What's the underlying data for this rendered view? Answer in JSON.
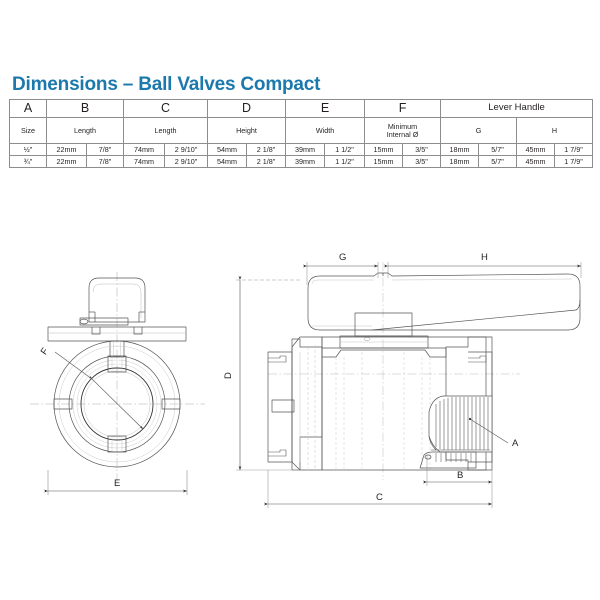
{
  "document": {
    "title": "Dimensions – Ball Valves Compact",
    "title_color": "#1c79ad",
    "line_color": "#555555",
    "text_color": "#231f20"
  },
  "table": {
    "group_headers": [
      {
        "label": "A",
        "span": 1
      },
      {
        "label": "B",
        "span": 2
      },
      {
        "label": "C",
        "span": 2
      },
      {
        "label": "D",
        "span": 2
      },
      {
        "label": "E",
        "span": 2
      },
      {
        "label": "F",
        "span": 2
      },
      {
        "label": "Lever Handle",
        "span": 4
      }
    ],
    "sub_headers": [
      {
        "label": "Size",
        "span": 1
      },
      {
        "label": "Length",
        "span": 2
      },
      {
        "label": "Length",
        "span": 2
      },
      {
        "label": "Height",
        "span": 2
      },
      {
        "label": "Width",
        "span": 2
      },
      {
        "label": "Minimum Internal Ø",
        "span": 2,
        "line1": "Minimum",
        "line2": "Internal Ø"
      },
      {
        "label": "G",
        "span": 2,
        "letter": true
      },
      {
        "label": "H",
        "span": 2,
        "letter": true
      }
    ],
    "rows": [
      {
        "size": "½\"",
        "b_mm": "22mm",
        "b_in": "7/8\"",
        "c_mm": "74mm",
        "c_in": "2 9/10\"",
        "d_mm": "54mm",
        "d_in": "2 1/8\"",
        "e_mm": "39mm",
        "e_in": "1 1/2\"",
        "f_mm": "15mm",
        "f_in": "3/5\"",
        "g_mm": "18mm",
        "g_in": "5/7\"",
        "h_mm": "45mm",
        "h_in": "1 7/9\""
      },
      {
        "size": "¾\"",
        "b_mm": "22mm",
        "b_in": "7/8\"",
        "c_mm": "74mm",
        "c_in": "2 9/10\"",
        "d_mm": "54mm",
        "d_in": "2 1/8\"",
        "e_mm": "39mm",
        "e_in": "1 1/2\"",
        "f_mm": "15mm",
        "f_in": "3/5\"",
        "g_mm": "18mm",
        "g_in": "5/7\"",
        "h_mm": "45mm",
        "h_in": "1 7/9\""
      }
    ]
  },
  "drawings": {
    "front_view": {
      "name": "ball-valve-front-view",
      "dimension_labels": {
        "f": "F",
        "e": "E"
      }
    },
    "side_view": {
      "name": "ball-valve-side-view",
      "dimension_labels": {
        "d": "D",
        "c": "C",
        "b": "B",
        "a": "A",
        "g": "G",
        "h": "H"
      }
    }
  }
}
